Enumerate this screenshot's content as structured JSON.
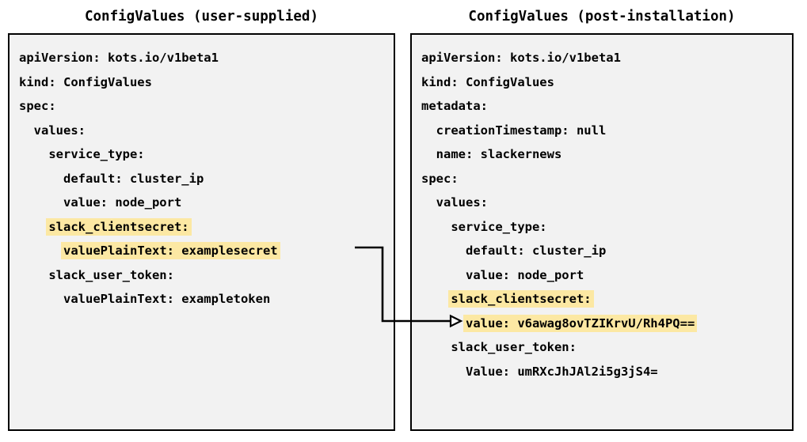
{
  "panels": [
    {
      "title": "ConfigValues (user-supplied)",
      "lines": [
        {
          "text": "apiVersion: kots.io/v1beta1",
          "highlight": false
        },
        {
          "text": "kind: ConfigValues",
          "highlight": false
        },
        {
          "text": "spec:",
          "highlight": false
        },
        {
          "text": "  values:",
          "highlight": false
        },
        {
          "text": "    service_type:",
          "highlight": false
        },
        {
          "text": "      default: cluster_ip",
          "highlight": false
        },
        {
          "text": "      value: node_port",
          "highlight": false
        },
        {
          "text": "    slack_clientsecret:",
          "highlight": true,
          "indent": 4,
          "body": "slack_clientsecret:"
        },
        {
          "text": "      valuePlainText: examplesecret",
          "highlight": true,
          "indent": 6,
          "body": "valuePlainText: examplesecret"
        },
        {
          "text": "    slack_user_token:",
          "highlight": false
        },
        {
          "text": "      valuePlainText: exampletoken",
          "highlight": false
        }
      ]
    },
    {
      "title": "ConfigValues (post-installation)",
      "lines": [
        {
          "text": "apiVersion: kots.io/v1beta1",
          "highlight": false
        },
        {
          "text": "kind: ConfigValues",
          "highlight": false
        },
        {
          "text": "metadata:",
          "highlight": false
        },
        {
          "text": "  creationTimestamp: null",
          "highlight": false
        },
        {
          "text": "  name: slackernews",
          "highlight": false
        },
        {
          "text": "spec:",
          "highlight": false
        },
        {
          "text": "  values:",
          "highlight": false
        },
        {
          "text": "    service_type:",
          "highlight": false
        },
        {
          "text": "      default: cluster_ip",
          "highlight": false
        },
        {
          "text": "      value: node_port",
          "highlight": false
        },
        {
          "text": "    slack_clientsecret:",
          "highlight": true,
          "indent": 4,
          "body": "slack_clientsecret:"
        },
        {
          "text": "      value: v6awag8ovTZIKrvU/Rh4PQ==",
          "highlight": true,
          "indent": 6,
          "body": "value: v6awag8ovTZIKrvU/Rh4PQ=="
        },
        {
          "text": "    slack_user_token:",
          "highlight": false
        },
        {
          "text": "      Value: umRXcJhJAl2i5g3jS4=",
          "highlight": false
        }
      ]
    }
  ],
  "connector": {
    "label": "secret-transform-arrow",
    "color": "#000000"
  },
  "colors": {
    "highlight": "#fce8a3",
    "panel_background": "#f2f2f2",
    "border": "#000000",
    "text": "#000000",
    "page_background": "#ffffff"
  }
}
